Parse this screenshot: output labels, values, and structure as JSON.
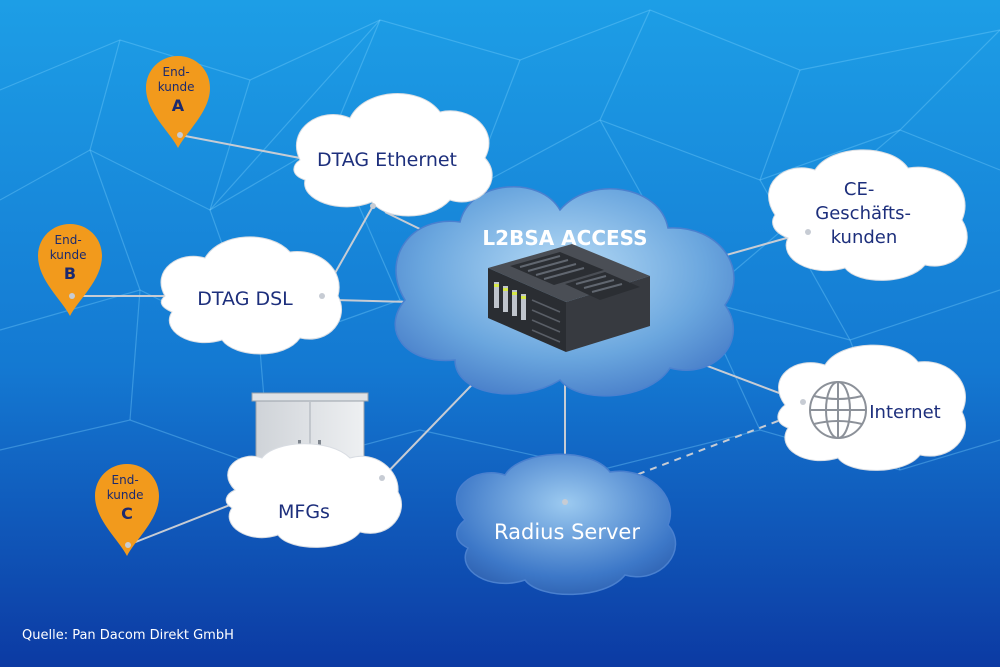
{
  "source_note": "Quelle: Pan Dacom Direkt GmbH",
  "center": {
    "title": "L2BSA ACCESS"
  },
  "clouds": {
    "dtag_ethernet": "DTAG Ethernet",
    "dtag_dsl": "DTAG DSL",
    "mfgs": "MFGs",
    "ce_kunden": [
      "CE-",
      "Geschäfts-",
      "kunden"
    ],
    "internet": "Internet",
    "radius": "Radius Server"
  },
  "pins": {
    "a": {
      "line1": "End-",
      "line2": "kunde",
      "letter": "A"
    },
    "b": {
      "line1": "End-",
      "line2": "kunde",
      "letter": "B"
    },
    "c": {
      "line1": "End-",
      "line2": "kunde",
      "letter": "C"
    }
  },
  "colors": {
    "background_top": "#1aa0e8",
    "background_bottom": "#0d3ea8",
    "cloud_white": "#ffffff",
    "cloud_blue": "#6aa6de",
    "pin_orange": "#f29a1c",
    "label_text": "#1d2f7c"
  }
}
